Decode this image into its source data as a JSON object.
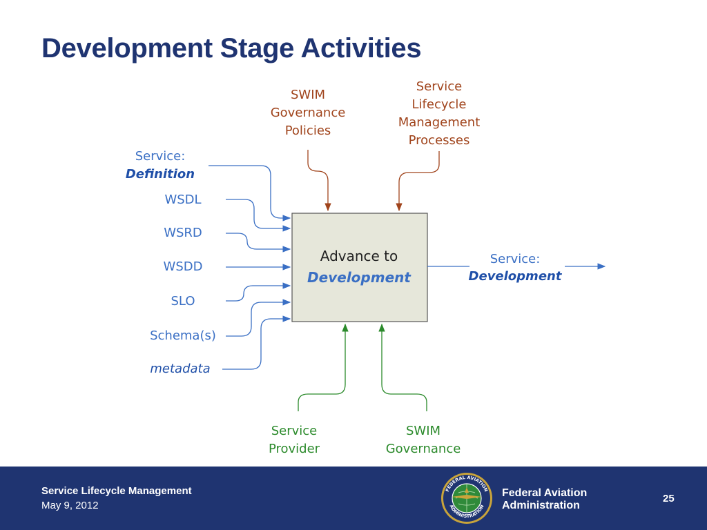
{
  "slide": {
    "title": "Development Stage Activities"
  },
  "diagram": {
    "process": {
      "line1": "Advance to",
      "line2": "Development"
    },
    "controls": [
      {
        "lines": [
          "SWIM",
          "Governance",
          "Policies"
        ]
      },
      {
        "lines": [
          "Service",
          "Lifecycle",
          "Management",
          "Processes"
        ]
      }
    ],
    "inputs_header": {
      "line1": "Service:",
      "line2": "Definition"
    },
    "inputs": [
      "WSDL",
      "WSRD",
      "WSDD",
      "SLO",
      "Schema(s)",
      "metadata"
    ],
    "output": {
      "line1": "Service:",
      "line2": "Development"
    },
    "mechanisms": [
      {
        "lines": [
          "Service",
          "Provider"
        ]
      },
      {
        "lines": [
          "SWIM",
          "Governance"
        ]
      }
    ],
    "colors": {
      "input": "#3a6fc4",
      "control": "#a0441c",
      "mechanism": "#2b8a2b",
      "box_fill": "#e6e7da"
    }
  },
  "footer": {
    "title": "Service Lifecycle Management",
    "date": "May 9, 2012",
    "agency_line1": "Federal Aviation",
    "agency_line2": "Administration",
    "page_number": "25",
    "seal_text_top": "FEDERAL AVIATION",
    "seal_text_bottom": "ADMINISTRATION"
  }
}
